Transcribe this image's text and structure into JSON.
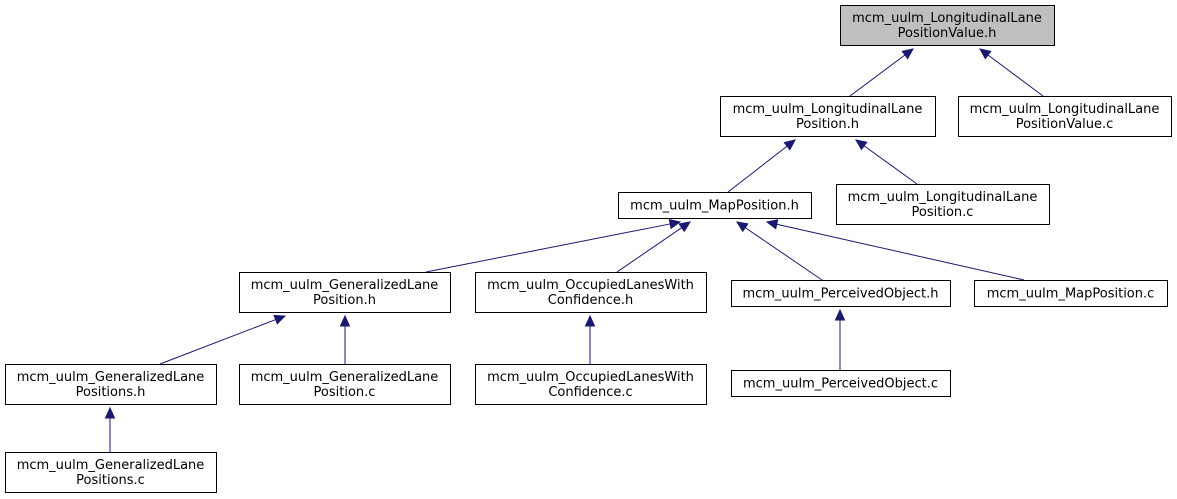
{
  "colors": {
    "root_fill": "#bfbfbf",
    "node_fill": "#ffffff",
    "edge": "#191970"
  },
  "nodes": [
    {
      "id": "n_lpv_h",
      "lines": [
        "mcm_uulm_LongitudinalLane",
        "PositionValue.h"
      ],
      "root": true
    },
    {
      "id": "n_lp_h",
      "lines": [
        "mcm_uulm_LongitudinalLane",
        "Position.h"
      ]
    },
    {
      "id": "n_lpv_c",
      "lines": [
        "mcm_uulm_LongitudinalLane",
        "PositionValue.c"
      ]
    },
    {
      "id": "n_mp_h",
      "lines": [
        "mcm_uulm_MapPosition.h"
      ]
    },
    {
      "id": "n_lp_c",
      "lines": [
        "mcm_uulm_LongitudinalLane",
        "Position.c"
      ]
    },
    {
      "id": "n_glp_h",
      "lines": [
        "mcm_uulm_GeneralizedLane",
        "Position.h"
      ]
    },
    {
      "id": "n_olwc_h",
      "lines": [
        "mcm_uulm_OccupiedLanesWith",
        "Confidence.h"
      ]
    },
    {
      "id": "n_po_h",
      "lines": [
        "mcm_uulm_PerceivedObject.h"
      ]
    },
    {
      "id": "n_mp_c",
      "lines": [
        "mcm_uulm_MapPosition.c"
      ]
    },
    {
      "id": "n_glps_h",
      "lines": [
        "mcm_uulm_GeneralizedLane",
        "Positions.h"
      ]
    },
    {
      "id": "n_glp_c",
      "lines": [
        "mcm_uulm_GeneralizedLane",
        "Position.c"
      ]
    },
    {
      "id": "n_olwc_c",
      "lines": [
        "mcm_uulm_OccupiedLanesWith",
        "Confidence.c"
      ]
    },
    {
      "id": "n_po_c",
      "lines": [
        "mcm_uulm_PerceivedObject.c"
      ]
    },
    {
      "id": "n_glps_c",
      "lines": [
        "mcm_uulm_GeneralizedLane",
        "Positions.c"
      ]
    }
  ],
  "edges": [
    {
      "from": "n_lp_h",
      "to": "n_lpv_h"
    },
    {
      "from": "n_lpv_c",
      "to": "n_lpv_h"
    },
    {
      "from": "n_mp_h",
      "to": "n_lp_h"
    },
    {
      "from": "n_lp_c",
      "to": "n_lp_h"
    },
    {
      "from": "n_glp_h",
      "to": "n_mp_h"
    },
    {
      "from": "n_olwc_h",
      "to": "n_mp_h"
    },
    {
      "from": "n_po_h",
      "to": "n_mp_h"
    },
    {
      "from": "n_mp_c",
      "to": "n_mp_h"
    },
    {
      "from": "n_glps_h",
      "to": "n_glp_h"
    },
    {
      "from": "n_glp_c",
      "to": "n_glp_h"
    },
    {
      "from": "n_olwc_c",
      "to": "n_olwc_h"
    },
    {
      "from": "n_po_c",
      "to": "n_po_h"
    },
    {
      "from": "n_glps_c",
      "to": "n_glps_h"
    }
  ]
}
